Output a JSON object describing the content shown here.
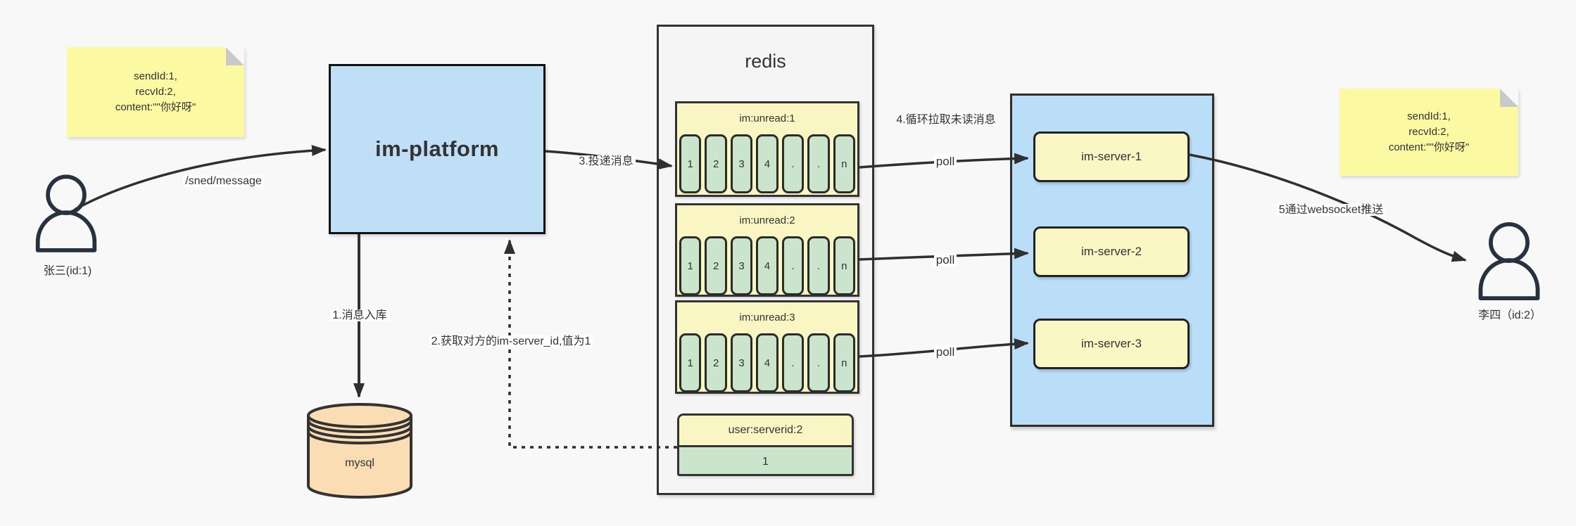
{
  "colors": {
    "canvas_bg": "#f8f8f8",
    "platform_blue": "#bedff6",
    "servers_blue": "#badef8",
    "queue_yellow": "#faf6c4",
    "cell_green": "#cbe5cc",
    "note_yellow": "#fbf9a2",
    "mysql_tan": "#fbddb3",
    "line_dark": "#2f2f2f"
  },
  "actors": {
    "sender": {
      "label": "张三(id:1)"
    },
    "receiver": {
      "label": "李四（id:2）"
    }
  },
  "notes": {
    "left": {
      "lines": [
        "sendId:1,",
        "recvId:2,",
        "content:\"\"你好呀\""
      ]
    },
    "right": {
      "lines": [
        "sendId:1,",
        "recvId:2,",
        "content:\"\"你好呀\""
      ]
    }
  },
  "platform": {
    "label": "im-platform"
  },
  "mysql": {
    "label": "mysql"
  },
  "redis": {
    "title": "redis",
    "queues": [
      {
        "header": "im:unread:1",
        "cells": [
          "1",
          "2",
          "3",
          "4",
          ".",
          ".",
          "n"
        ]
      },
      {
        "header": "im:unread:2",
        "cells": [
          "1",
          "2",
          "3",
          "4",
          ".",
          ".",
          "n"
        ]
      },
      {
        "header": "im:unread:3",
        "cells": [
          "1",
          "2",
          "3",
          "4",
          ".",
          ".",
          "n"
        ]
      }
    ],
    "mapping": {
      "header": "user:serverid:2",
      "value": "1"
    }
  },
  "servers": {
    "items": [
      {
        "label": "im-server-1"
      },
      {
        "label": "im-server-2"
      },
      {
        "label": "im-server-3"
      }
    ]
  },
  "edges": {
    "send": "/sned/message",
    "step1": "1.消息入库",
    "step2": "2.获取对方的im-server_id,值为1",
    "step3": "3.投递消息",
    "step4": "4.循环拉取未读消息",
    "step5": "5通过websocket推送",
    "poll": "poll"
  }
}
